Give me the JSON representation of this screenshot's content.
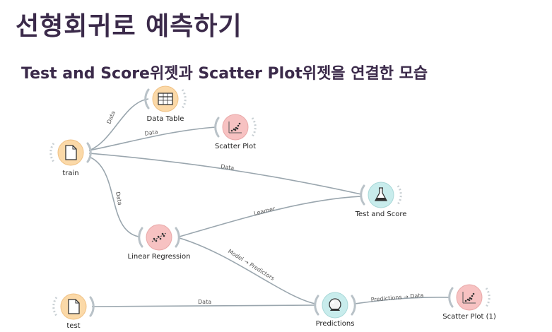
{
  "title": "선형회귀로 예측하기",
  "subtitle": "Test and Score위젯과 Scatter Plot위젯을 연결한 모습",
  "workflow": {
    "nodes": {
      "data_table": {
        "label": "Data Table",
        "icon": "table-icon",
        "color": "#fbd9a8"
      },
      "scatter_plot": {
        "label": "Scatter Plot",
        "icon": "scatter-plot-icon",
        "color": "#f7c2c2"
      },
      "train": {
        "label": "train",
        "icon": "file-icon",
        "color": "#fbd9a8"
      },
      "test_and_score": {
        "label": "Test and Score",
        "icon": "flask-icon",
        "color": "#c8ecec"
      },
      "linear_regression": {
        "label": "Linear Regression",
        "icon": "regression-icon",
        "color": "#f7c2c2"
      },
      "test": {
        "label": "test",
        "icon": "file-icon",
        "color": "#fbd9a8"
      },
      "predictions": {
        "label": "Predictions",
        "icon": "crystal-ball-icon",
        "color": "#c8ecec"
      },
      "scatter_plot_1": {
        "label": "Scatter Plot (1)",
        "icon": "scatter-plot-icon",
        "color": "#f7c2c2"
      }
    },
    "edge_labels": {
      "train_data_table": "Data",
      "train_scatter_plot": "Data",
      "train_test_and_score": "Data",
      "train_linear_regression": "Data",
      "linear_regression_test_and_score": "Learner",
      "linear_regression_predictions": "Model → Predictors",
      "test_predictions": "Data",
      "predictions_scatter_plot_1": "Predictions → Data"
    }
  }
}
